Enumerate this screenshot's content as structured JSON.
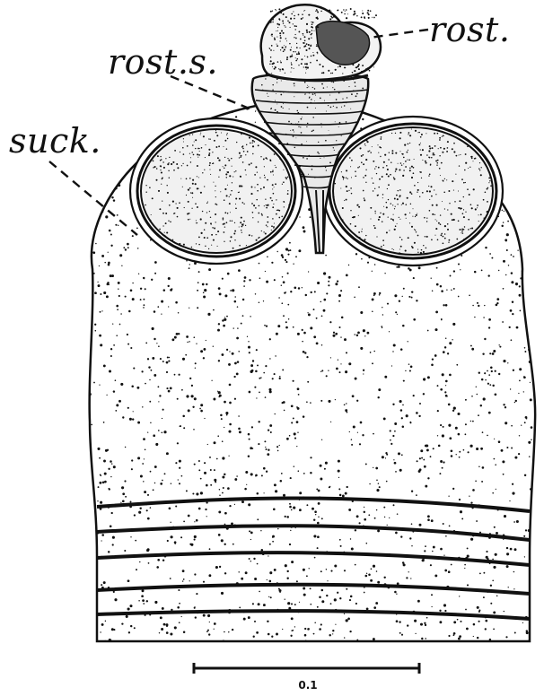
{
  "figure": {
    "labels": {
      "rostellum": "rost.",
      "rostellar_sac": "rost.s.",
      "sucker": "suck."
    },
    "scale_bar": {
      "label": "0.1"
    },
    "colors": {
      "ink": "#111111",
      "paper": "#ffffff",
      "sucker_fill": "#f1f1f1"
    },
    "segment_count": 6
  }
}
